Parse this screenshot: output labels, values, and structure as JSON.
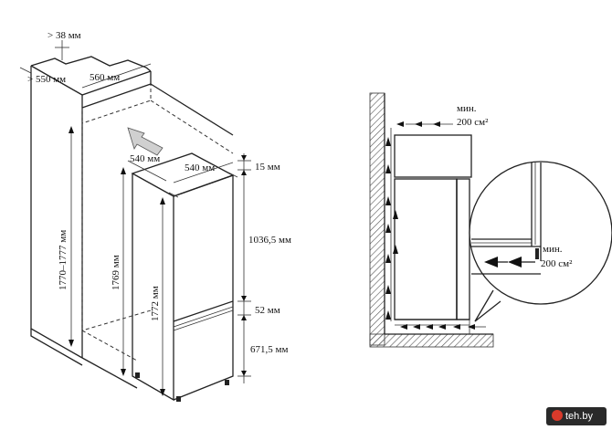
{
  "left_diagram": {
    "dim_top_gap": "> 38 мм",
    "dim_depth_outer": "> 550 мм",
    "dim_width_niche": "560 мм",
    "dim_depth_unit": "540 мм",
    "dim_width_unit": "540 мм",
    "dim_niche_height": "1770–1777 мм",
    "dim_inner_height": "1769 мм",
    "dim_unit_height": "1772 мм",
    "dim_top_offset": "15 мм",
    "dim_upper_door": "1036,5 мм",
    "dim_gap": "52 мм",
    "dim_lower_door": "671,5 мм"
  },
  "right_diagram": {
    "top_label_min": "мин.",
    "top_label_area": "200 см²",
    "zoom_label_min": "мин.",
    "zoom_label_area": "200 см²"
  },
  "watermark": {
    "text": "teh.by"
  }
}
